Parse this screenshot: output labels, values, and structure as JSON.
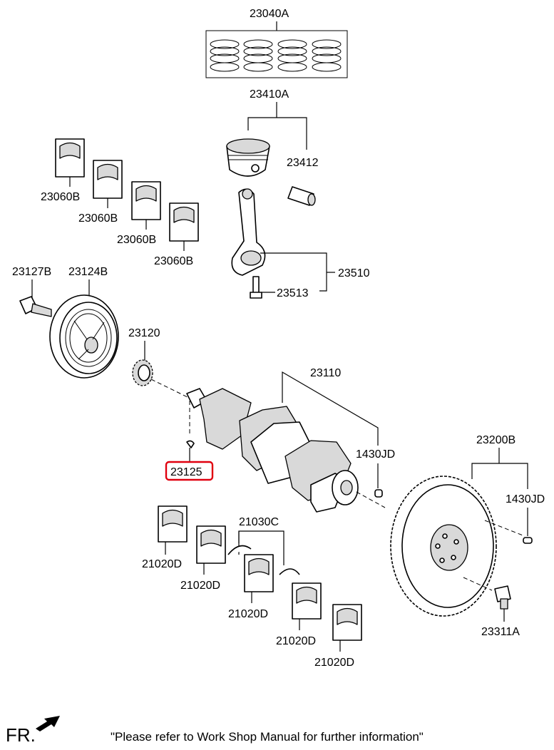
{
  "labels": {
    "p23040A": "23040A",
    "p23410A": "23410A",
    "p23412": "23412",
    "p23510": "23510",
    "p23513": "23513",
    "p23060B_1": "23060B",
    "p23060B_2": "23060B",
    "p23060B_3": "23060B",
    "p23060B_4": "23060B",
    "p23127B": "23127B",
    "p23124B": "23124B",
    "p23120": "23120",
    "p23110": "23110",
    "p1430JD_1": "1430JD",
    "p23125": "23125",
    "p23200B": "23200B",
    "p1430JD_2": "1430JD",
    "p21030C": "21030C",
    "p21020D_1": "21020D",
    "p21020D_2": "21020D",
    "p21020D_3": "21020D",
    "p21020D_4": "21020D",
    "p21020D_5": "21020D",
    "p23311A": "23311A"
  },
  "highlight": {
    "part": "23125",
    "color": "#e0000f"
  },
  "footer": {
    "direction": "FR.",
    "note": "\"Please refer to Work Shop Manual for further information\""
  }
}
